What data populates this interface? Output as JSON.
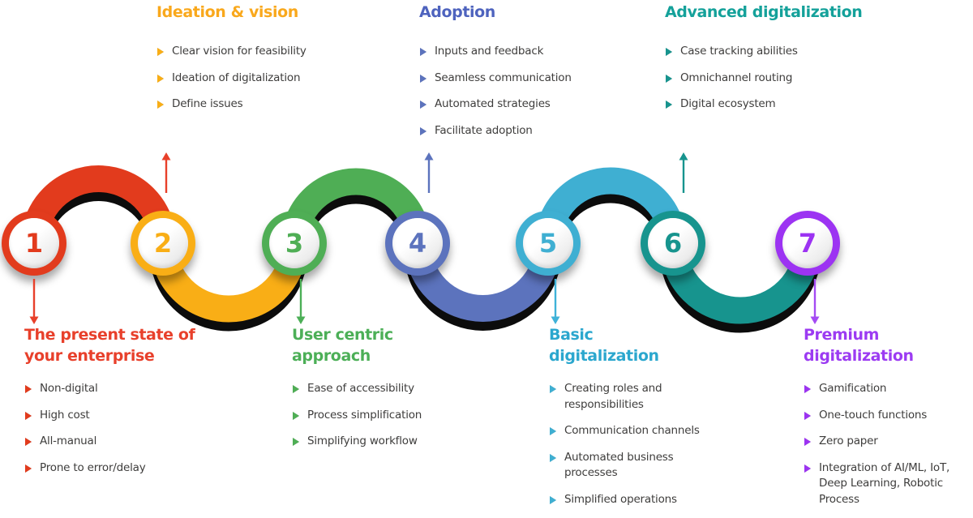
{
  "background": "#FFFFFF",
  "text_color": "#3E3D3C",
  "icons": {
    "bullet": "small-right-arrow-icon",
    "connector": "vertical-arrow"
  },
  "wave": {
    "shadow_color": "#0C0C0C"
  },
  "steps": [
    {
      "number": "1",
      "color": "#E23B1D",
      "title_color": "#E8402B",
      "arrow_color": "#E8402A",
      "title_lines": [
        "The present state of",
        "your enterprise"
      ],
      "items": [
        "Non-digital",
        "High cost",
        "All-manual",
        "Prone to error/delay"
      ]
    },
    {
      "number": "2",
      "color": "#F9AE16",
      "title_color": "#F9A81C",
      "arrow_color": "#E8402A",
      "title_lines": [
        "Ideation & vision"
      ],
      "items": [
        "Clear vision for feasibility",
        "Ideation of digitalization",
        "Define issues"
      ]
    },
    {
      "number": "3",
      "color": "#4FAE55",
      "title_color": "#4CAF57",
      "arrow_color": "#4CAF57",
      "title_lines": [
        "User centric",
        "approach"
      ],
      "items": [
        "Ease of accessibility",
        "Process simplification",
        "Simplifying workflow"
      ]
    },
    {
      "number": "4",
      "color": "#5C73BD",
      "title_color": "#4E63BE",
      "arrow_color": "#5C73BD",
      "title_lines": [
        "Adoption"
      ],
      "items": [
        "Inputs and feedback",
        "Seamless communication",
        "Automated strategies",
        "Facilitate adoption"
      ]
    },
    {
      "number": "5",
      "color": "#3FAFD2",
      "title_color": "#2BA7CE",
      "arrow_color": "#3FB2D8",
      "title_lines": [
        "Basic",
        "digitalization"
      ],
      "items": [
        "Creating roles and responsibilities",
        "Communication channels",
        "Automated business processes",
        "Simplified operations"
      ]
    },
    {
      "number": "6",
      "color": "#17948E",
      "title_color": "#14A19A",
      "arrow_color": "#17948E",
      "title_lines": [
        "Advanced digitalization"
      ],
      "items": [
        "Case tracking abilities",
        "Omnichannel routing",
        "Digital ecosystem"
      ]
    },
    {
      "number": "7",
      "color": "#9C33F2",
      "title_color": "#9C3BF2",
      "arrow_color": "#A44BF3",
      "title_lines": [
        "Premium",
        "digitalization"
      ],
      "items": [
        "Gamification",
        "One-touch functions",
        "Zero paper",
        "Integration of AI/ML, IoT, Deep Learning, Robotic Process"
      ]
    }
  ]
}
